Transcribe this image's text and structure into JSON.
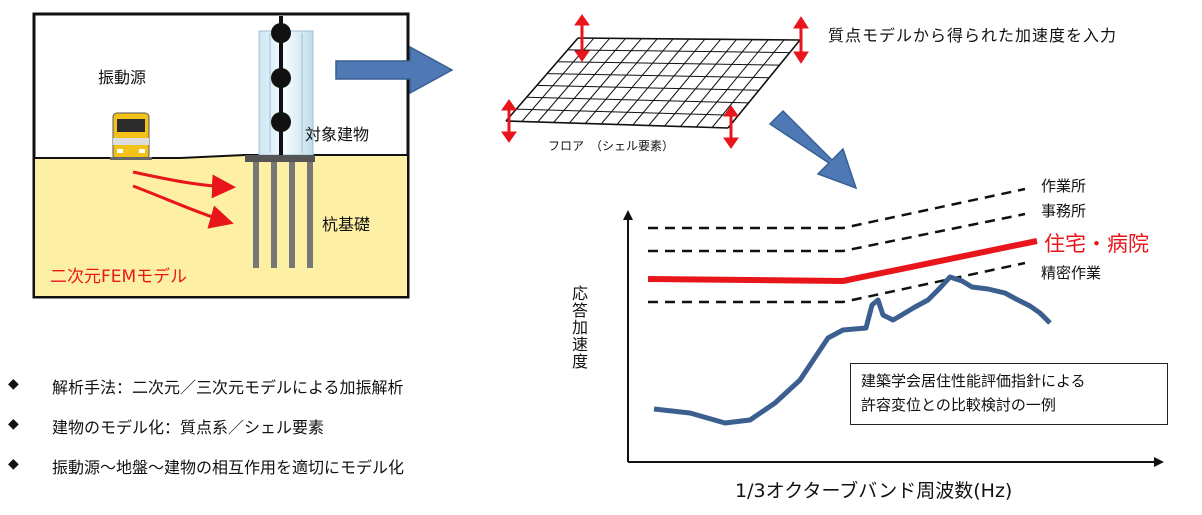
{
  "left_panel": {
    "source_label": "振動源",
    "building_label": "対象建物",
    "pile_label": "杭基礎",
    "model_label": "二次元FEMモデル"
  },
  "floor_panel": {
    "input_label": "質点モデルから得られた加速度を入力",
    "floor_label": "フロア　（シェル要素）"
  },
  "criteria_chart": {
    "y_axis_label": "応答加速度",
    "x_axis_label": "1/3オクターブバンド周波数(Hz)",
    "curves": [
      "作業所",
      "事務所",
      "住宅・病院",
      "精密作業"
    ],
    "highlight_color": "#e8161b",
    "response_color": "#3b5f8f"
  },
  "note": {
    "line1": "建築学会居住性能評価指針による",
    "line2": "許容変位との比較検討の一例"
  },
  "bullets": {
    "marker": "◆",
    "items": [
      "解析手法：二次元／三次元モデルによる加振解析",
      "建物のモデル化：質点系／シェル要素",
      "振動源～地盤～建物の相互作用を適切にモデル化"
    ]
  }
}
